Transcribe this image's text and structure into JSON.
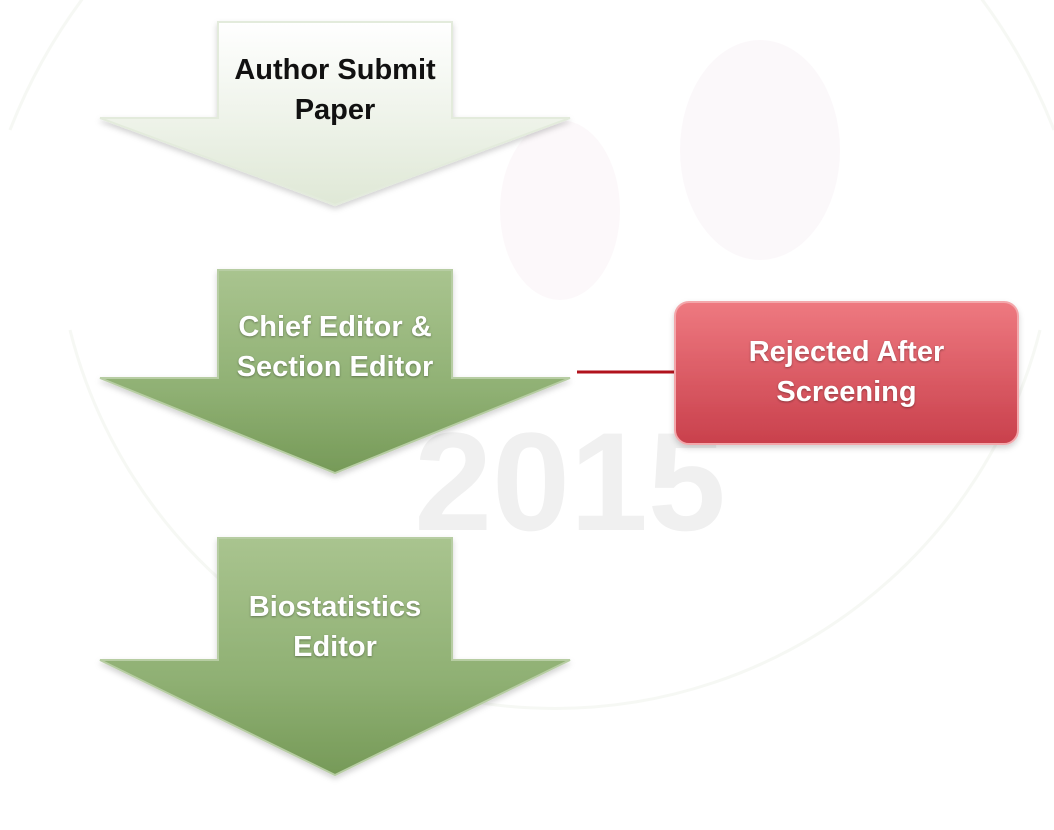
{
  "watermark": {
    "year": "2015"
  },
  "steps": [
    {
      "lines": [
        "Author Submit",
        "Paper"
      ]
    },
    {
      "lines": [
        "Chief Editor &",
        "Section Editor"
      ]
    },
    {
      "lines": [
        "Biostatistics",
        "Editor"
      ]
    }
  ],
  "side_box": {
    "lines": [
      "Rejected After",
      "Screening"
    ]
  },
  "colors": {
    "green_top": "#a9c48f",
    "green_bottom": "#7a9d5c",
    "pale_top": "#ffffff",
    "pale_bottom": "#dfe8d6",
    "red_top": "#ec6f77",
    "red_bottom": "#c8404c",
    "connector": "#b1121c"
  }
}
